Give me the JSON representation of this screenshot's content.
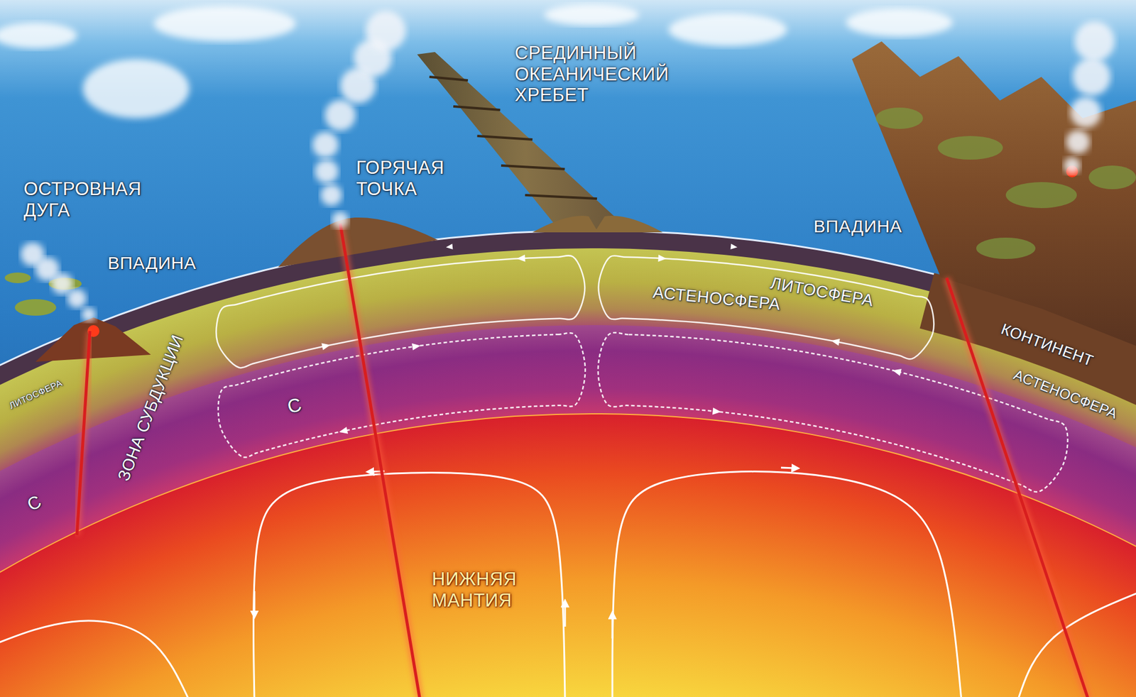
{
  "diagram": {
    "labels": [
      "СРЕДИННЫЙ ОКЕАНИЧЕСКИЙ ХРЕБЕТ",
      "ГОРЯЧАЯ ТОЧКА",
      "ОСТРОВНАЯ ДУГА",
      "ВПАДИНА",
      "ВПАДИНА",
      "ЛИТОСФЕРА",
      "АСТЕНОСФЕРА",
      "КОНТИНЕНТ",
      "ЛИТОСФЕРА",
      "ЗОНА СУБДУКЦИИ",
      "АСТЕНОСФЕРА",
      "С",
      "С",
      "НИЖНЯЯ МАНТИЯ"
    ]
  }
}
